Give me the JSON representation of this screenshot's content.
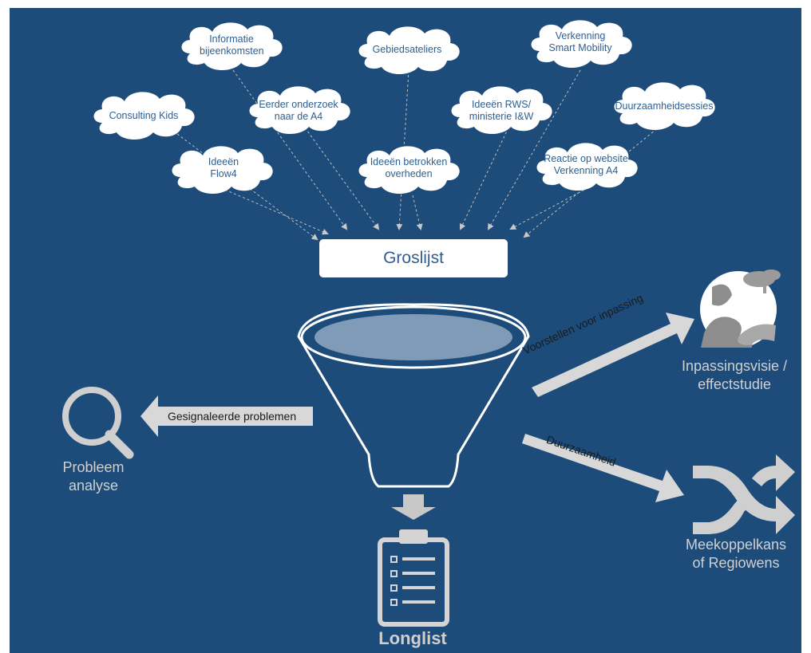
{
  "sources": [
    "Informatie bijeenkomsten",
    "Gebiedsateliers",
    "Verkenning Smart Mobility",
    "Consulting Kids",
    "Eerder onderzoek naar de A4",
    "Ideeën RWS/ ministerie I&W",
    "Duurzaamheidsessies",
    "Ideeën Flow4",
    "Ideeën betrokken overheden",
    "Reactie op website Verkenning A4"
  ],
  "clouds": [
    {
      "line1": "Informatie",
      "line2": "bijeenkomsten"
    },
    {
      "line1": "Gebiedsateliers",
      "line2": ""
    },
    {
      "line1": "Verkenning",
      "line2": "Smart Mobility"
    },
    {
      "line1": "Consulting Kids",
      "line2": ""
    },
    {
      "line1": "Eerder onderzoek",
      "line2": "naar de A4"
    },
    {
      "line1": "Ideeën RWS/",
      "line2": "ministerie I&W"
    },
    {
      "line1": "Duurzaamheidsessies",
      "line2": ""
    },
    {
      "line1": "Ideeën",
      "line2": "Flow4"
    },
    {
      "line1": "Ideeën betrokken",
      "line2": "overheden"
    },
    {
      "line1": "Reactie op website",
      "line2": "Verkenning A4"
    }
  ],
  "groslijst": "Groslijst",
  "longlist": "Longlist",
  "arrows": {
    "left": "Gesignaleerde problemen",
    "upper_right": "Voorstellen voor inpassing",
    "lower_right": "Duurzaamheid"
  },
  "outputs": {
    "probleem": {
      "line1": "Probleem",
      "line2": "analyse",
      "icon": "magnifier-icon"
    },
    "inpassing": {
      "line1": "Inpassingsvisie /",
      "line2": "effectstudie",
      "icon": "landscape-icon"
    },
    "meekoppel": {
      "line1": "Meekoppelkans",
      "line2": "of Regiowens",
      "icon": "shuffle-icon"
    },
    "longlist_icon": "clipboard-checklist-icon"
  },
  "colors": {
    "background": "#1d4c7b",
    "cloud": "#ffffff",
    "cloud_text": "#2e5f8f",
    "grey": "#d4d4d4"
  }
}
